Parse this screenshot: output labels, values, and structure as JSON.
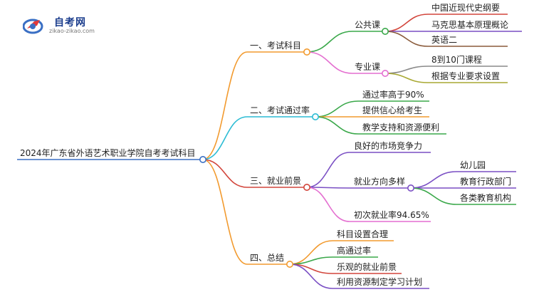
{
  "logo": {
    "name": "自考网",
    "url": "zikao-zikao.com"
  },
  "root": "2024年广东省外语艺术职业学院自考考试科目",
  "branches": [
    {
      "label": "一、考试科目",
      "children": [
        {
          "label": "公共课",
          "children": [
            "中国近现代史纲要",
            "马克思基本原理概论",
            "英语二"
          ]
        },
        {
          "label": "专业课",
          "children": [
            "8到10门课程",
            "根据专业要求设置"
          ]
        }
      ]
    },
    {
      "label": "二、考试通过率",
      "children": [
        "通过率高于90%",
        "提供信心给考生",
        "教学支持和资源便利"
      ]
    },
    {
      "label": "三、就业前景",
      "children": [
        "良好的市场竞争力",
        {
          "label": "就业方向多样",
          "children": [
            "幼儿园",
            "教育行政部门",
            "各类教育机构"
          ]
        },
        "初次就业率94.65%"
      ]
    },
    {
      "label": "四、总结",
      "children": [
        "科目设置合理",
        "高通过率",
        "乐观的就业前景",
        "利用资源制定学习计划"
      ]
    }
  ],
  "colors": {
    "root": "#3a6fc4",
    "branch1": "#f29a2e",
    "branch2": "#2bbcd4",
    "branch3": "#d2453b",
    "branch4": "#f29a2e",
    "public_course": "#3aa84a",
    "major_course": "#e46fd0",
    "leaf_red": "#d2453b",
    "leaf_purple": "#7a4fc4",
    "leaf_brown": "#8a5a3a",
    "leaf_gray": "#8a8a8a",
    "leaf_olive": "#a8a832",
    "leaf_blue": "#3a6fc4",
    "leaf_orange": "#f29a2e",
    "leaf_green": "#3aa84a",
    "leaf_pink": "#e46fd0"
  }
}
